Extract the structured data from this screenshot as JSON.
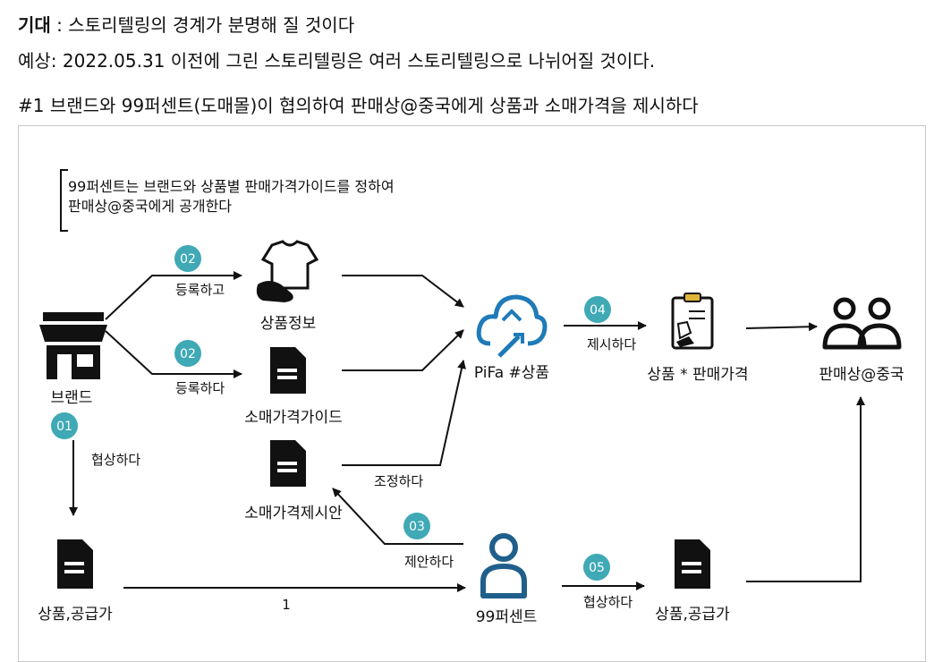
{
  "header": {
    "expect_label": "기대",
    "expect_text": " : 스토리텔링의 경계가 분명해 질 것이다",
    "forecast_text": "예상: 2022.05.31 이전에 그린 스토리텔링은 여러 스토리텔링으로 나뉘어질 것이다.",
    "scenario_title": "#1 브랜드와 99퍼센트(도매몰)이 협의하여 판매상@중국에게 상품과 소매가격을 제시하다"
  },
  "note": {
    "line1": "99퍼센트는 브랜드와 상품별 판매가격가이드를 정하여",
    "line2": "판매상@중국에게 공개한다"
  },
  "nodes": {
    "brand": "브랜드",
    "product_info": "상품정보",
    "retail_guide": "소매가격가이드",
    "retail_proposal": "소매가격제시안",
    "pifa": "PiFa #상품",
    "product_price": "상품 * 판매가격",
    "seller": "판매상@중국",
    "product_supply_left": "상품,공급가",
    "percent99": "99퍼센트",
    "product_supply_right": "상품,공급가"
  },
  "steps": {
    "s01": {
      "num": "01",
      "label": "협상하다"
    },
    "s02a": {
      "num": "02",
      "label": "등록하고"
    },
    "s02b": {
      "num": "02",
      "label": "등록하다"
    },
    "s03": {
      "num": "03",
      "label": "제안하다"
    },
    "s04": {
      "num": "04",
      "label": "제시하다"
    },
    "s05": {
      "num": "05",
      "label": "협상하다"
    }
  },
  "edges": {
    "adjust": "조정하다",
    "one": "1"
  },
  "colors": {
    "badge": "#3fa9b5",
    "accent_blue": "#1f5f8b",
    "icon_dark": "#111111"
  }
}
